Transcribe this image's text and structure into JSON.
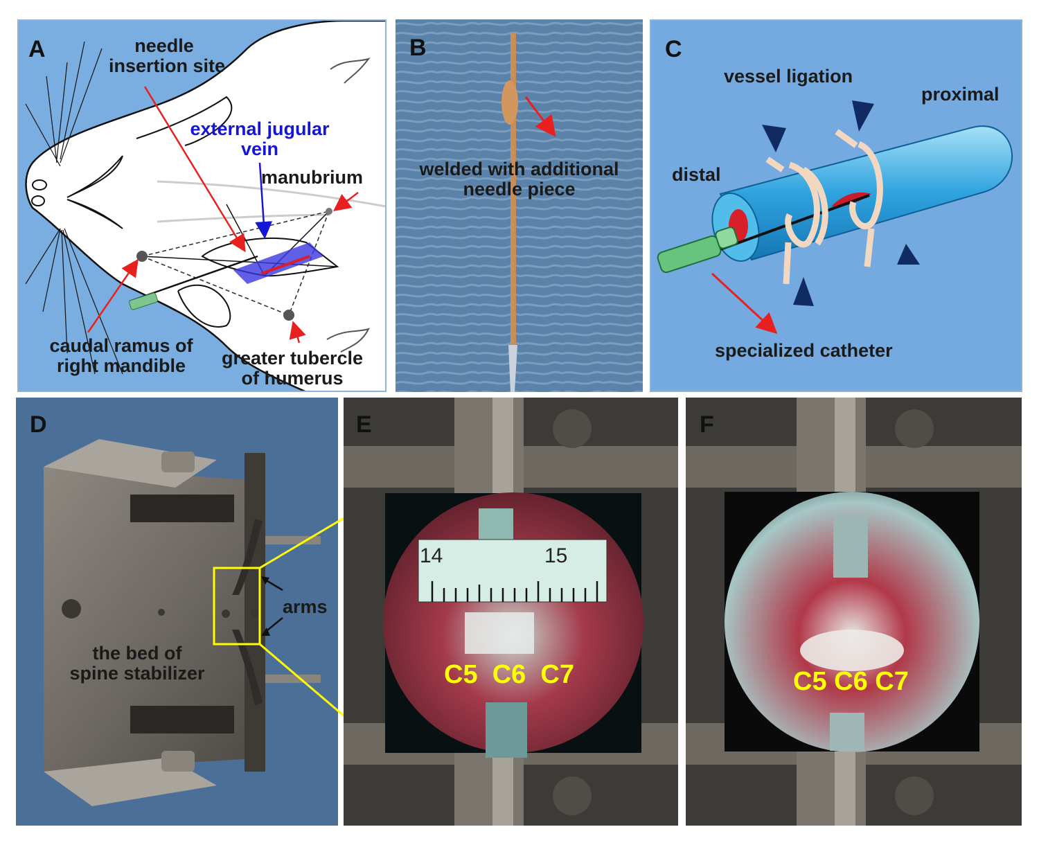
{
  "panels": {
    "a": {
      "letter": "A",
      "needle_line1": "needle",
      "needle_line2": "insertion site",
      "vein_line1": "external jugular",
      "vein_line2": "vein",
      "manubrium": "manubrium",
      "ramus_line1": "caudal ramus of",
      "ramus_line2": "right mandible",
      "tubercle_line1": "greater tubercle",
      "tubercle_line2": "of humerus"
    },
    "b": {
      "letter": "B",
      "welded_line1": "welded with additional",
      "welded_line2": "needle piece"
    },
    "c": {
      "letter": "C",
      "vessel_ligation": "vessel ligation",
      "proximal": "proximal",
      "distal": "distal",
      "catheter": "specialized catheter"
    },
    "d": {
      "letter": "D",
      "arms": "arms",
      "bed_line1": "the bed of",
      "bed_line2": "spine stabilizer"
    },
    "e": {
      "letter": "E",
      "ruler_14": "14",
      "ruler_15": "15",
      "vertebrae": "C5  C6  C7"
    },
    "f": {
      "letter": "F",
      "vertebrae": "C5 C6 C7"
    }
  },
  "colors": {
    "arrow_red": "#e8201f",
    "vein_blue": "#1515d8",
    "highlight_yellow": "#ffff00",
    "panel_blue": "#74aadf"
  }
}
